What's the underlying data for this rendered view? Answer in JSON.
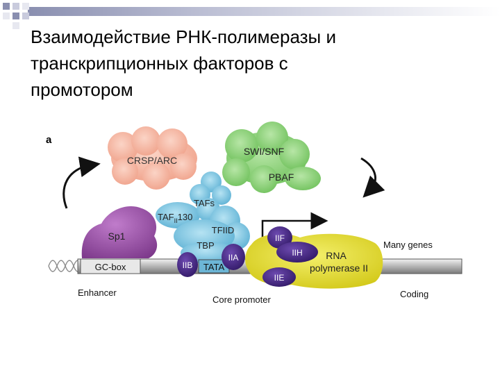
{
  "slide": {
    "title_line1": "Взаимодействие РНК-полимеразы и",
    "title_line2": "транскрипционных факторов с",
    "title_line3": "промотором"
  },
  "diagram": {
    "panel_label": "a",
    "labels": {
      "crsp": "CRSP/ARC",
      "swi": "SWI/SNF",
      "pbaf": "PBAF",
      "tafs": "TAFs",
      "taf130_main": "TAF",
      "taf130_sub": "II",
      "taf130_num": "130",
      "tfiid": "TFIID",
      "tbp": "TBP",
      "sp1": "Sp1",
      "gcbox": "GC-box",
      "tata": "TATA",
      "iib": "IIB",
      "iia": "IIA",
      "iif": "IIF",
      "iih": "IIH",
      "iie": "IIE",
      "rna": "RNA",
      "polymerase": "polymerase II",
      "many_genes": "Many genes",
      "enhancer": "Enhancer",
      "core_promoter": "Core promoter",
      "coding": "Coding"
    },
    "colors": {
      "crsp": "#f4b7a4",
      "swi": "#8fd47c",
      "tfiid": "#7cc8e4",
      "sp1": "#9b4fa8",
      "purple_factor": "#4a2a86",
      "pol2": "#e6e01a",
      "dna": "#9a9a9a",
      "title_band": "#8a8fb0"
    }
  }
}
